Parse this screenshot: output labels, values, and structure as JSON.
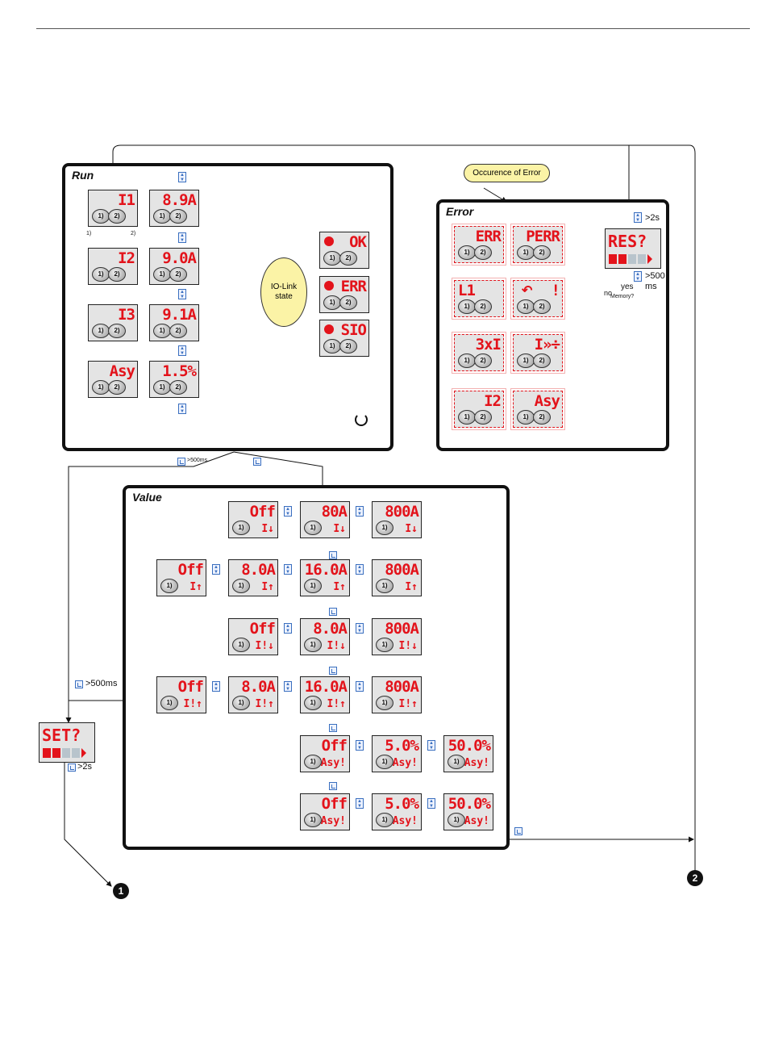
{
  "panels": {
    "run": "Run",
    "error": "Error",
    "value": "Value"
  },
  "occurrence": "Occurence of Error",
  "iolink": "IO-Link state",
  "run": {
    "col1": [
      {
        "text": "I1",
        "b1": "1)",
        "b2": "2)"
      },
      {
        "text": "I2",
        "b1": "1)",
        "b2": "2)"
      },
      {
        "text": "I3",
        "b1": "1)",
        "b2": "2)"
      },
      {
        "text": "Asy",
        "b1": "1)",
        "b2": "2)"
      }
    ],
    "col2": [
      {
        "text": "8.9A",
        "b1": "1)",
        "b2": "2)"
      },
      {
        "text": "9.0A",
        "b1": "1)",
        "b2": "2)"
      },
      {
        "text": "9.1A",
        "b1": "1)",
        "b2": "2)"
      },
      {
        "text": "1.5%",
        "b1": "1)",
        "b2": "2)"
      }
    ],
    "state": [
      {
        "text": "OK",
        "b1": "1)",
        "b2": "2)"
      },
      {
        "text": "ERR",
        "b1": "1)",
        "b2": "2)"
      },
      {
        "text": "SIO",
        "b1": "1)",
        "b2": "2)"
      }
    ],
    "foot1": "1)",
    "foot2": "2)"
  },
  "error": {
    "cells": [
      {
        "text": "ERR",
        "b1": "1)",
        "b2": "2)"
      },
      {
        "text": "PERR",
        "b1": "1)",
        "b2": "2)"
      },
      {
        "text": "L1",
        "b1": "1)",
        "b2": "2)"
      },
      {
        "text": "!",
        "b1": "1)",
        "b2": "2)"
      },
      {
        "text": "3xI",
        "b1": "1)",
        "b2": "2)"
      },
      {
        "text": "I»÷",
        "b1": "1)",
        "b2": "2)"
      },
      {
        "text": "I2",
        "b1": "1)",
        "b2": "2)"
      },
      {
        "text": "Asy",
        "b1": "1)",
        "b2": "2)"
      }
    ],
    "res": "RES?",
    "gt2s": ">2s",
    "gt500": ">500",
    "ms": "ms",
    "yes": "yes",
    "no": "no",
    "memory": "Memory?"
  },
  "value": {
    "rows": [
      [
        {
          "text": "Off",
          "sub": "I↓"
        },
        {
          "text": "80A",
          "sub": "I↓"
        },
        {
          "text": "800A",
          "sub": "I↓"
        }
      ],
      [
        {
          "text": "Off",
          "sub": "I↑"
        },
        {
          "text": "8.0A",
          "sub": "I↑"
        },
        {
          "text": "16.0A",
          "sub": "I↑"
        },
        {
          "text": "800A",
          "sub": "I↑"
        }
      ],
      [
        {
          "text": "Off",
          "sub": "I!↓"
        },
        {
          "text": "8.0A",
          "sub": "I!↓"
        },
        {
          "text": "800A",
          "sub": "I!↓"
        }
      ],
      [
        {
          "text": "Off",
          "sub": "I!↑"
        },
        {
          "text": "8.0A",
          "sub": "I!↑"
        },
        {
          "text": "16.0A",
          "sub": "I!↑"
        },
        {
          "text": "800A",
          "sub": "I!↑"
        }
      ],
      [
        {
          "text": "Off",
          "sub": "Asy!"
        },
        {
          "text": "5.0%",
          "sub": "Asy!"
        },
        {
          "text": "50.0%",
          "sub": "Asy!"
        }
      ],
      [
        {
          "text": "Off",
          "sub": "Asy!"
        },
        {
          "text": "5.0%",
          "sub": "Asy!"
        },
        {
          "text": "50.0%",
          "sub": "Asy!"
        }
      ]
    ],
    "b1": "1)"
  },
  "set": "SET?",
  "gt500ms_top": ">500ms",
  "gt500ms": ">500ms",
  "set_gt2s": ">2s",
  "marker1": "1",
  "marker2": "2"
}
